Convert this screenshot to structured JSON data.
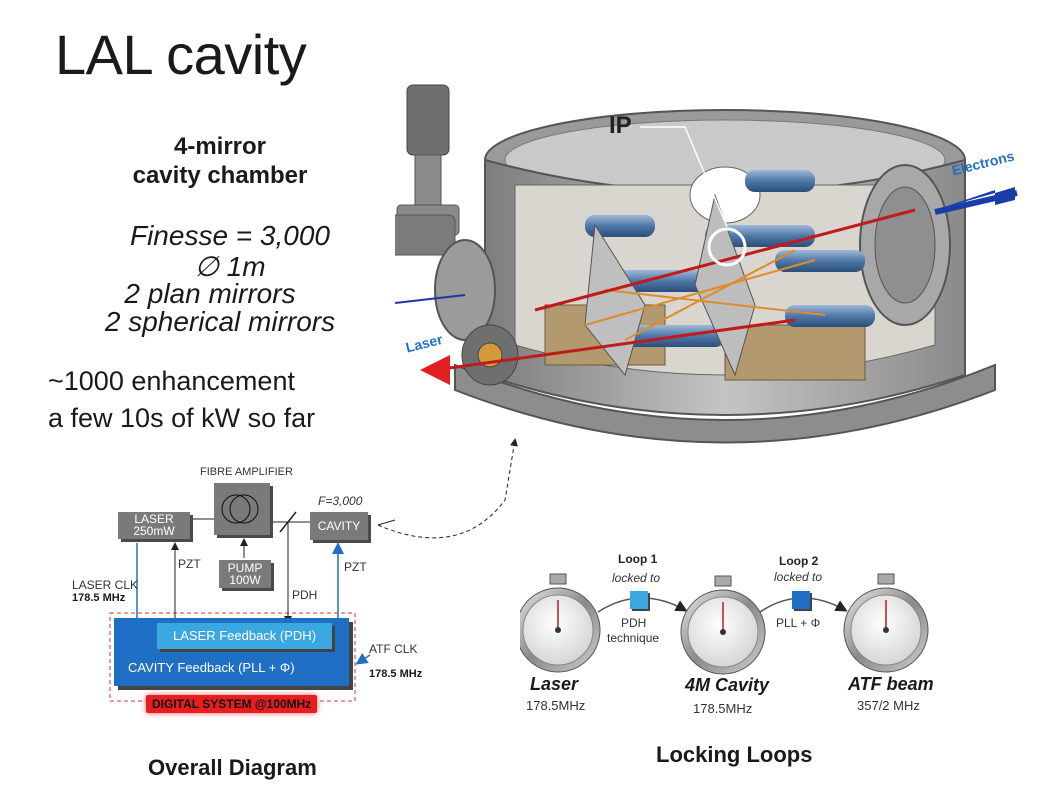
{
  "title": "LAL cavity",
  "chamber_label": [
    "4-mirror",
    "cavity chamber"
  ],
  "specs": [
    "Finesse = 3,000",
    "∅ 1m",
    "2 plan mirrors",
    "2 spherical mirrors"
  ],
  "enhancement": [
    "~1000 enhancement",
    "a few 10s of kW so far"
  ],
  "photo_labels": {
    "ip": "IP",
    "electrons": "Electrons",
    "laser": "Laser"
  },
  "overall_diagram": {
    "caption": "Overall Diagram",
    "fibre_amplifier": "FIBRE AMPLIFIER",
    "laser_box": [
      "LASER",
      "250mW"
    ],
    "pump_box": [
      "PUMP",
      "100W"
    ],
    "cavity_box": "CAVITY",
    "finesse": "F=3,000",
    "pzt_left": "PZT",
    "pzt_right": "PZT",
    "pdh": "PDH",
    "laser_clk": "LASER CLK",
    "laser_clk_freq": "178.5 MHz",
    "atf_clk": "ATF CLK",
    "atf_clk_freq": "178.5 MHz",
    "laser_feedback": "LASER Feedback (PDH)",
    "cavity_feedback": "CAVITY Feedback (PLL + Φ)",
    "digital_system": "DIGITAL SYSTEM @100MHz"
  },
  "locking_loops": {
    "caption": "Locking Loops",
    "loop1": {
      "title": "Loop 1",
      "sub": "locked to",
      "method": [
        "PDH",
        "technique"
      ]
    },
    "loop2": {
      "title": "Loop 2",
      "sub": "locked to",
      "method": "PLL + Φ"
    },
    "watches": [
      {
        "name": "Laser",
        "freq": "178.5MHz"
      },
      {
        "name": "4M Cavity",
        "freq": "178.5MHz"
      },
      {
        "name": "ATF beam",
        "freq": "357/2 MHz"
      }
    ]
  },
  "colors": {
    "blue": "#1f6fc4",
    "light_blue": "#3aa7e0",
    "red": "#e81e1e",
    "grey_box": "#7a7a7a"
  }
}
